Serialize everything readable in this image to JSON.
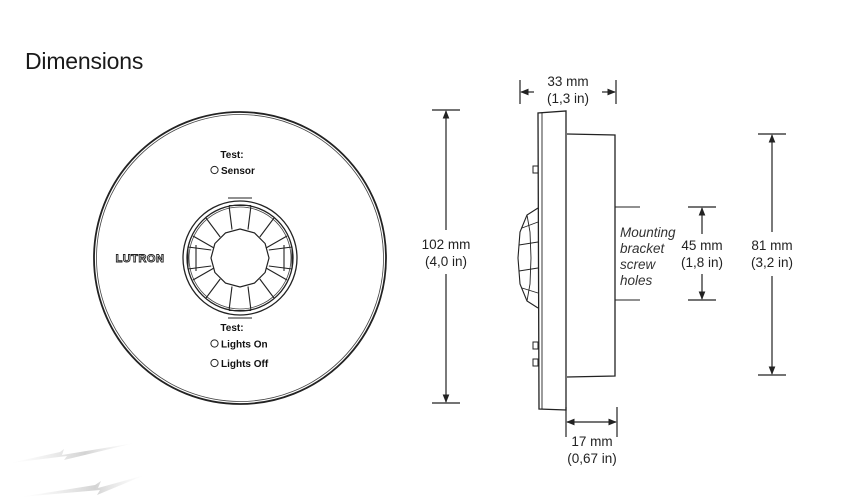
{
  "header": {
    "title": "Dimensions"
  },
  "front_view": {
    "brand_logo": "LUTRON",
    "test_sensor_heading": "Test:",
    "test_sensor_label": "Sensor",
    "test_lights_heading": "Test:",
    "lights_on_label": "Lights On",
    "lights_off_label": "Lights Off"
  },
  "dimensions": {
    "diameter": {
      "mm": "102 mm",
      "in": "(4,0 in)"
    },
    "depth_total": {
      "mm": "33 mm",
      "in": "(1,3 in)"
    },
    "base_depth": {
      "mm": "17 mm",
      "in": "(0,67 in)"
    },
    "bracket_holes": {
      "mm": "45 mm",
      "in": "(1,8 in)"
    },
    "base_height": {
      "mm": "81 mm",
      "in": "(3,2 in)"
    }
  },
  "side_view": {
    "callout_line1": "Mounting",
    "callout_line2": "bracket",
    "callout_line3": "screw",
    "callout_line4": "holes"
  },
  "colors": {
    "line": "#222222",
    "text": "#1a1a1a",
    "background": "#ffffff"
  }
}
